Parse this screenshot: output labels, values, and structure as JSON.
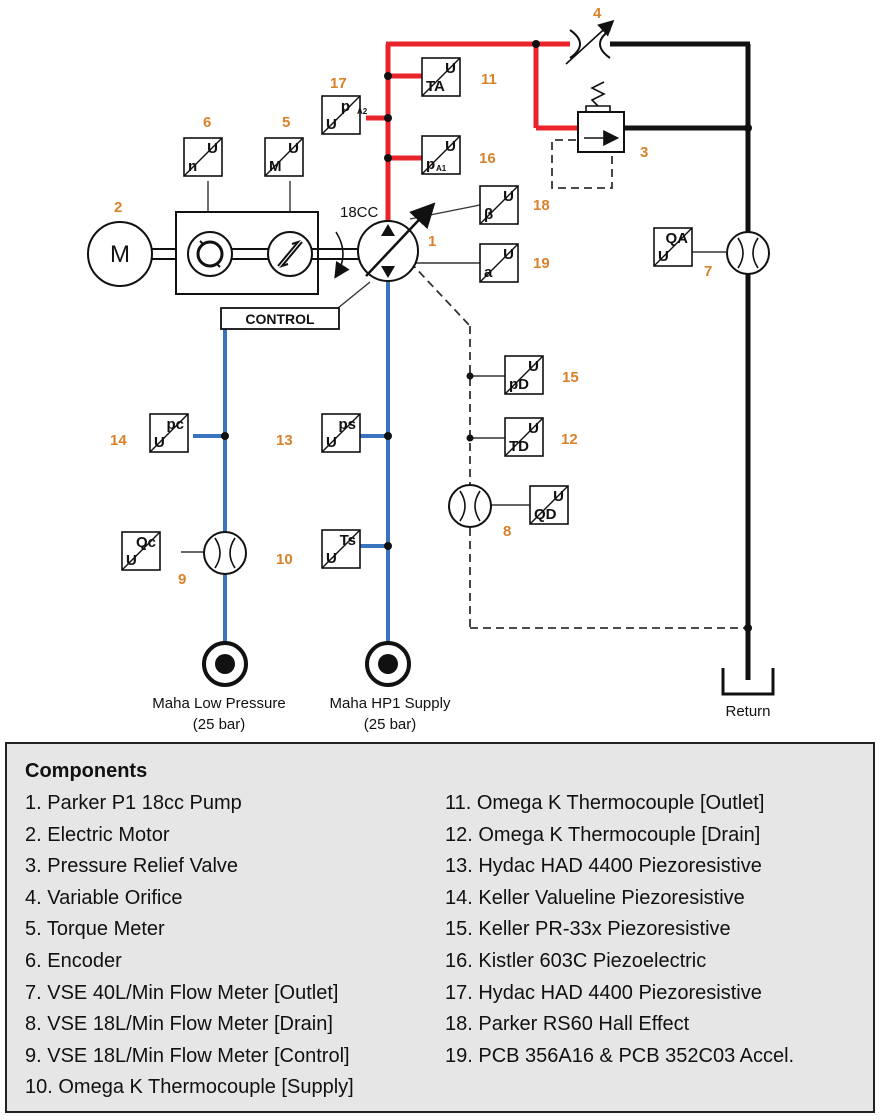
{
  "diagram": {
    "pump_label": "18CC",
    "control_label": "CONTROL",
    "motor_label": "M",
    "numbers": {
      "n1": "1",
      "n2": "2",
      "n3": "3",
      "n4": "4",
      "n5": "5",
      "n6": "6",
      "n7": "7",
      "n8": "8",
      "n9": "9",
      "n10": "10",
      "n11": "11",
      "n12": "12",
      "n13": "13",
      "n14": "14",
      "n15": "15",
      "n16": "16",
      "n17": "17",
      "n18": "18",
      "n19": "19"
    },
    "sensors": {
      "s5": {
        "top": "U",
        "main": "M"
      },
      "s6": {
        "top": "U",
        "main": "n"
      },
      "s11": {
        "top": "U",
        "main": "TA"
      },
      "s16": {
        "top": "U",
        "main": "p",
        "sub": "A1"
      },
      "s17": {
        "top": "p",
        "sub": "A2",
        "main": "U"
      },
      "s18": {
        "top": "U",
        "main": "β"
      },
      "s19": {
        "top": "U",
        "main": "a"
      },
      "s7": {
        "top": "QA",
        "main": "U"
      },
      "s15": {
        "top": "U",
        "main": "pD"
      },
      "s12": {
        "top": "U",
        "main": "TD"
      },
      "s8": {
        "top": "U",
        "main": "QD"
      },
      "s14": {
        "top": "pc",
        "main": "U"
      },
      "s13": {
        "top": "ps",
        "main": "U"
      },
      "s10": {
        "top": "Ts",
        "main": "U"
      },
      "s9": {
        "top": "Qc",
        "main": "U"
      }
    },
    "sources": {
      "low": {
        "line1": "Maha Low Pressure",
        "line2": "(25 bar)"
      },
      "hp": {
        "line1": "Maha HP1 Supply",
        "line2": "(25 bar)"
      }
    },
    "return_label": "Return",
    "colors": {
      "pressure": "#e8242a",
      "supply": "#3a73c0",
      "return": "#111111",
      "label": "#d9822b"
    }
  },
  "components": {
    "title": "Components",
    "left": [
      "1. Parker P1 18cc Pump",
      "2. Electric Motor",
      "3. Pressure Relief Valve",
      "4. Variable Orifice",
      "5. Torque Meter",
      "6. Encoder",
      "7. VSE 40L/Min Flow Meter [Outlet]",
      "8. VSE 18L/Min Flow Meter [Drain]",
      "9. VSE 18L/Min Flow Meter [Control]",
      "10. Omega K Thermocouple [Supply]"
    ],
    "right": [
      "11. Omega K Thermocouple [Outlet]",
      "12. Omega K Thermocouple [Drain]",
      "13. Hydac HAD 4400 Piezoresistive",
      "14. Keller Valueline Piezoresistive",
      "15. Keller PR-33x Piezoresistive",
      "16. Kistler 603C Piezoelectric",
      "17. Hydac HAD 4400 Piezoresistive",
      "18. Parker RS60 Hall Effect",
      "19. PCB 356A16 & PCB 352C03 Accel."
    ]
  }
}
